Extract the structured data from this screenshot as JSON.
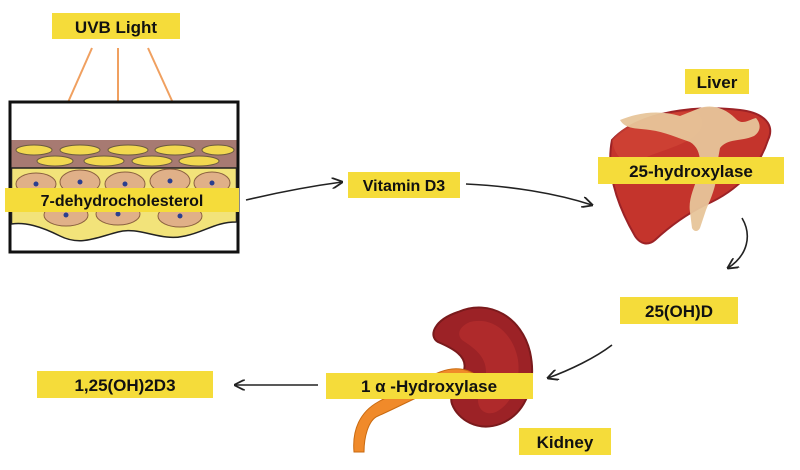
{
  "labels": {
    "uvb_light": "UVB Light",
    "precursor": "7-dehydrocholesterol",
    "vitamin_d3": "Vitamin D3",
    "liver": "Liver",
    "liver_enzyme": "25-hydroxylase",
    "metabolite": "25(OH)D",
    "kidney_enzyme": "1 α -Hydroxylase",
    "product": "1,25(OH)2D3",
    "kidney": "Kidney"
  },
  "colors": {
    "label_highlight": "#f5dc3a",
    "uv_arrow": "#f0a060",
    "skin_yellow": "#f2e37a",
    "cell_fill": "#e0b088",
    "nucleus": "#2a3f8f",
    "organ_red": "#c4342c",
    "organ_dark": "#9c2226",
    "vessel_tan": "#e7c59a",
    "ureter_orange": "#f08a2a"
  }
}
